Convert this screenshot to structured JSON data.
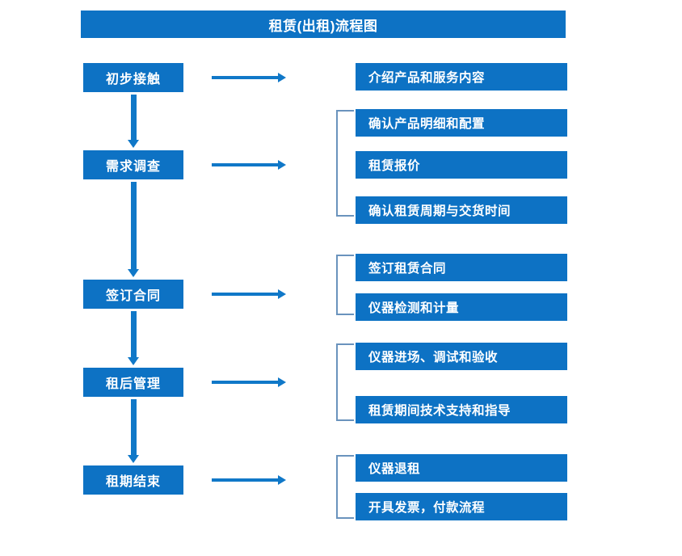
{
  "diagram": {
    "title": "租赁(出租)流程图",
    "colors": {
      "box_blue": "#0d72c4",
      "arrow_blue": "#1078c8",
      "bracket_blue": "#6a93bd",
      "text_white": "#ffffff",
      "background": "#ffffff"
    },
    "stages": [
      {
        "label": "初步接触"
      },
      {
        "label": "需求调查"
      },
      {
        "label": "签订合同"
      },
      {
        "label": "租后管理"
      },
      {
        "label": "租期结束"
      }
    ],
    "details": [
      {
        "label": "介绍产品和服务内容"
      },
      {
        "label": "确认产品明细和配置"
      },
      {
        "label": "租赁报价"
      },
      {
        "label": "确认租赁周期与交货时间"
      },
      {
        "label": "签订租赁合同"
      },
      {
        "label": "仪器检测和计量"
      },
      {
        "label": "仪器进场、调试和验收"
      },
      {
        "label": "租赁期间技术支持和指导"
      },
      {
        "label": "仪器退租"
      },
      {
        "label": "开具发票，付款流程"
      }
    ]
  }
}
